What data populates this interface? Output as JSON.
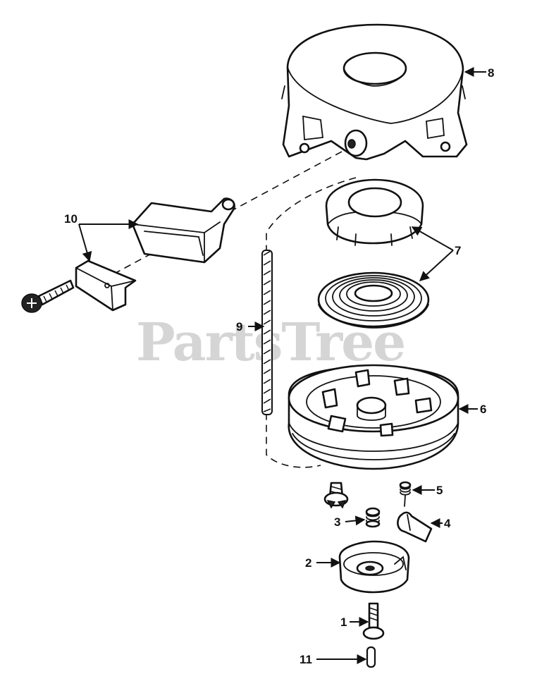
{
  "watermark": "PartsTree",
  "callouts": {
    "c1": "1",
    "c2": "2",
    "c3": "3",
    "c4": "4",
    "c5": "5",
    "c6": "6",
    "c7": "7",
    "c8": "8",
    "c9": "9",
    "c10": "10",
    "c11": "11"
  }
}
